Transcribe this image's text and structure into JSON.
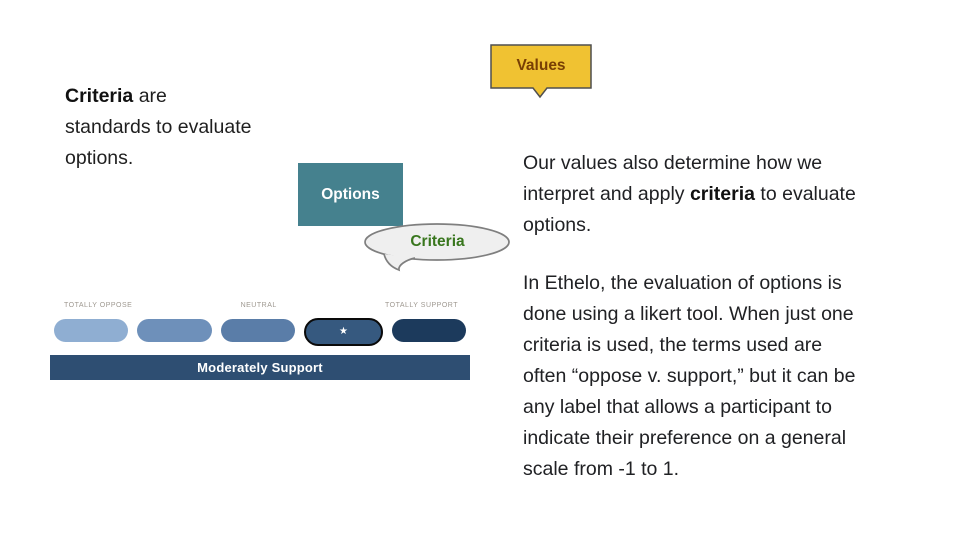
{
  "slide": {
    "left_note": {
      "bold": "Criteria",
      "line1_rest": " are",
      "line2": "standards to evaluate",
      "line3": "options."
    },
    "values_callout": {
      "label": "Values",
      "bg_color": "#F0C232",
      "border_color": "#4F4F4F",
      "text_color": "#783F04"
    },
    "options_box": {
      "label": "Options",
      "bg_color": "#45818E",
      "text_color": "#FFFFFF"
    },
    "criteria_bubble": {
      "label": "Criteria",
      "bg_color": "#EFEFEF",
      "border_color": "#7F7F7F",
      "text_color": "#38761D"
    },
    "likert": {
      "scale_labels": [
        "TOTALLY OPPOSE",
        "NEUTRAL",
        "TOTALLY SUPPORT"
      ],
      "pill_styles": [
        "background:#8FAED2",
        "background:#6E90BA",
        "background:#5A7DA8",
        "background:#36597F",
        "background:#1C3A5C"
      ],
      "selected_index": 3,
      "selected_star": "★",
      "result_label": "Moderately Support",
      "result_style": "background:#2E4E72",
      "label_color": "#9E9890"
    },
    "right_text": {
      "p1_line1": "Our values also determine how we",
      "p1_line2_pre": "interpret and apply ",
      "p1_bold": "criteria",
      "p1_line2_post": " to evaluate",
      "p1_line3": "options.",
      "p2_lines": [
        "In Ethelo, the evaluation of options is",
        "done using a likert tool. When just one",
        "criteria is used, the terms used are",
        "often “oppose v. support,” but it can be",
        "any label that allows a participant to",
        "indicate their preference on a general",
        "scale from -1 to 1."
      ]
    }
  }
}
